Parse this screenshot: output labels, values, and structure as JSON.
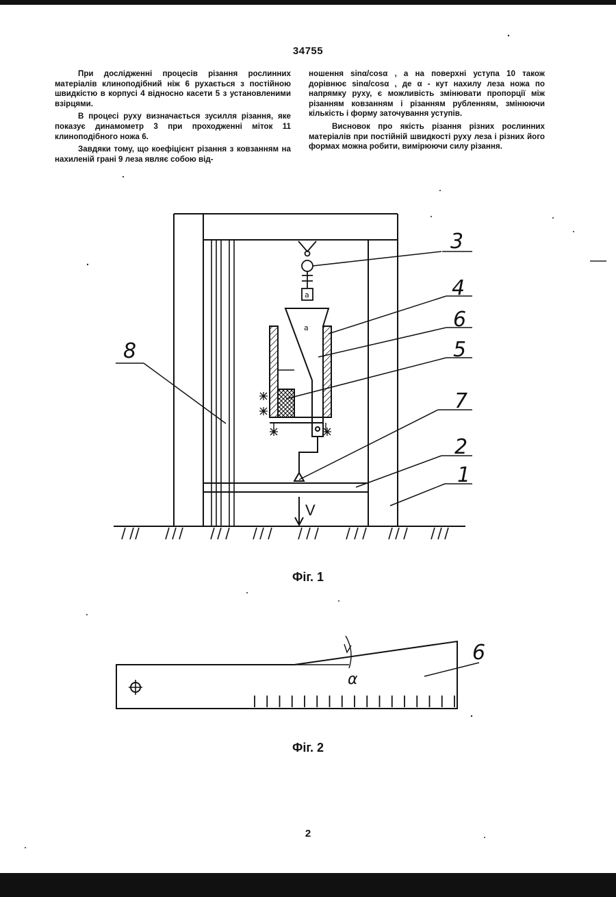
{
  "document": {
    "patent_number": "34755",
    "page_number": "2",
    "left_column": [
      "При дослідженні процесів різання рослинних матеріалів клиноподібний ніж 6 рухається з постійною швидкістю в корпусі 4 відносно касети 5 з установленими взірцями.",
      "В процесі руху визначається зусилля різання, яке показує динамометр 3 при проходженні міток 11 клиноподібного ножа 6.",
      "Завдяки тому, що коефіцієнт різання з ковзанням на нахиленій грані 9 леза являє собою від-"
    ],
    "right_column": [
      "ношення sinα/cosα , а на поверхні уступа 10 також дорівнює sinα/cosα , де α - кут нахилу леза ножа по напрямку руху, є можливість змінювати пропорції між різанням ковзанням і різанням рубленням, змінюючи кількість і форму заточування уступів.",
      "Висновок про якість різання різних рослинних матеріалів при постійній швидкості руху леза і різних його формах можна робити, вимірюючи силу різання."
    ]
  },
  "figure1": {
    "caption": "Фіг. 1",
    "ref_labels": {
      "r1": "1",
      "r2": "2",
      "r3": "3",
      "r4": "4",
      "r5": "5",
      "r6": "6",
      "r7": "7",
      "r8": "8"
    },
    "velocity_label": "V",
    "small_marks": {
      "m1": "a",
      "m2": "a"
    }
  },
  "figure2": {
    "caption": "Фіг. 2",
    "ref_label": "6",
    "angle_label": "α",
    "tick_count": 17
  },
  "colors": {
    "ink": "#111111",
    "paper": "#ffffff",
    "hatch": "#111111"
  }
}
